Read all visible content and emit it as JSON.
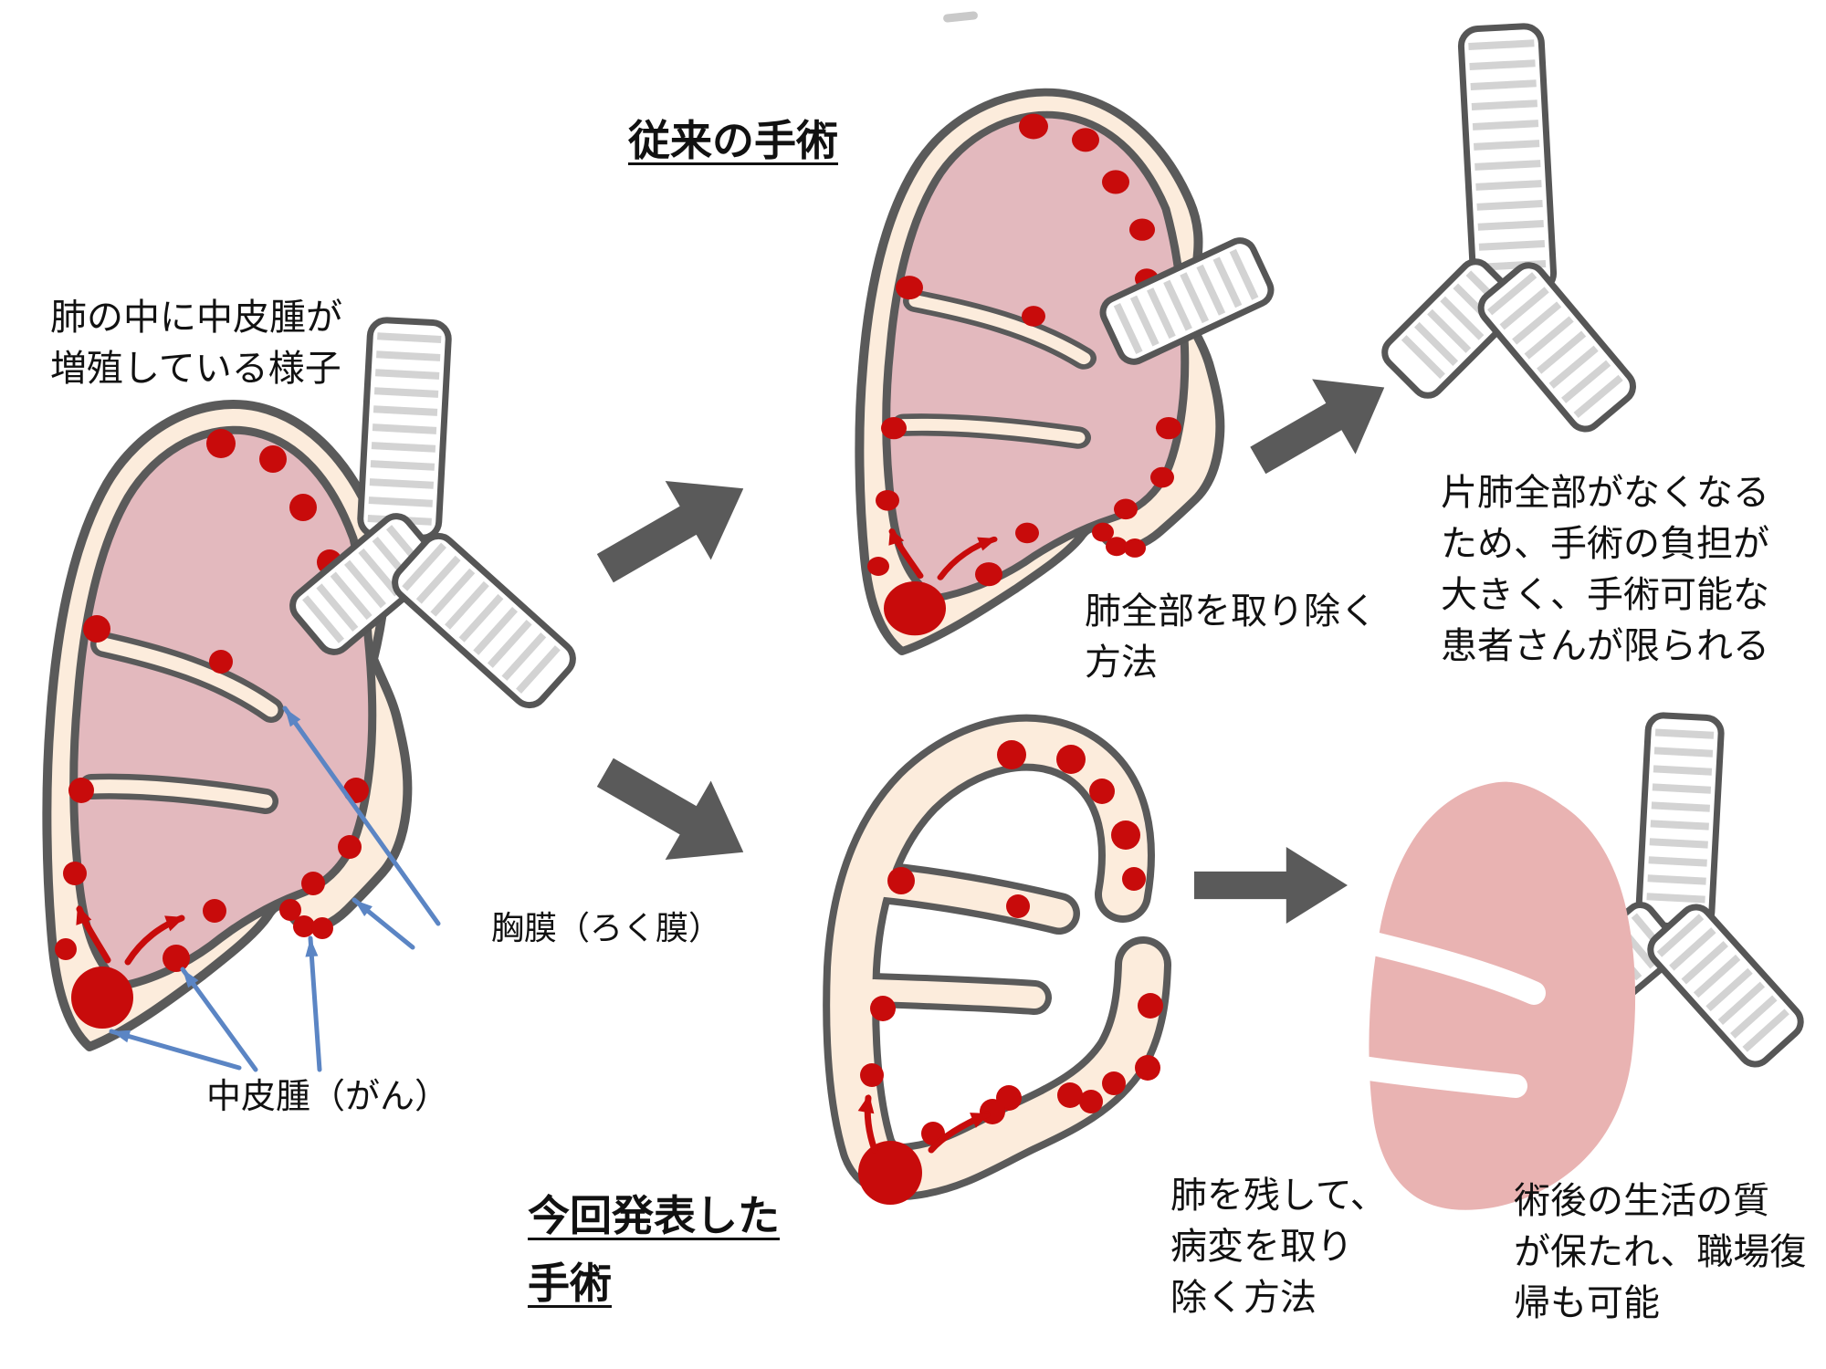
{
  "initial_state": {
    "caption": "肺の中に中皮腫が\n増殖している様子",
    "pleura_label": "胸膜（ろく膜）",
    "mesothelioma_label": "中皮腫（がん）"
  },
  "conventional_surgery": {
    "title": "従来の手術",
    "method_note": "肺全部を取り除く\n方法",
    "outcome_note": "片肺全部がなくなる\nため、手術の負担が\n大きく、手術可能な\n患者さんが限られる"
  },
  "announced_surgery": {
    "title": "今回発表した\n手術",
    "method_note": "肺を残して、\n病変を取り\n除く方法",
    "outcome_note": "術後の生活の質\nが保たれ、職場復\n帰も可能"
  },
  "colors": {
    "pleura_fill": "#fcecdc",
    "lung_fill": "#e3b9be",
    "healthy_lung_fill": "#e9b3b2",
    "tumor_red": "#c80b0b",
    "outline_gray": "#5a5a5a",
    "trachea_stripe": "#d3d3d3",
    "label_arrow_blue": "#5b85c4",
    "flow_arrow_gray": "#5a5a5a",
    "text_color": "#111111"
  }
}
